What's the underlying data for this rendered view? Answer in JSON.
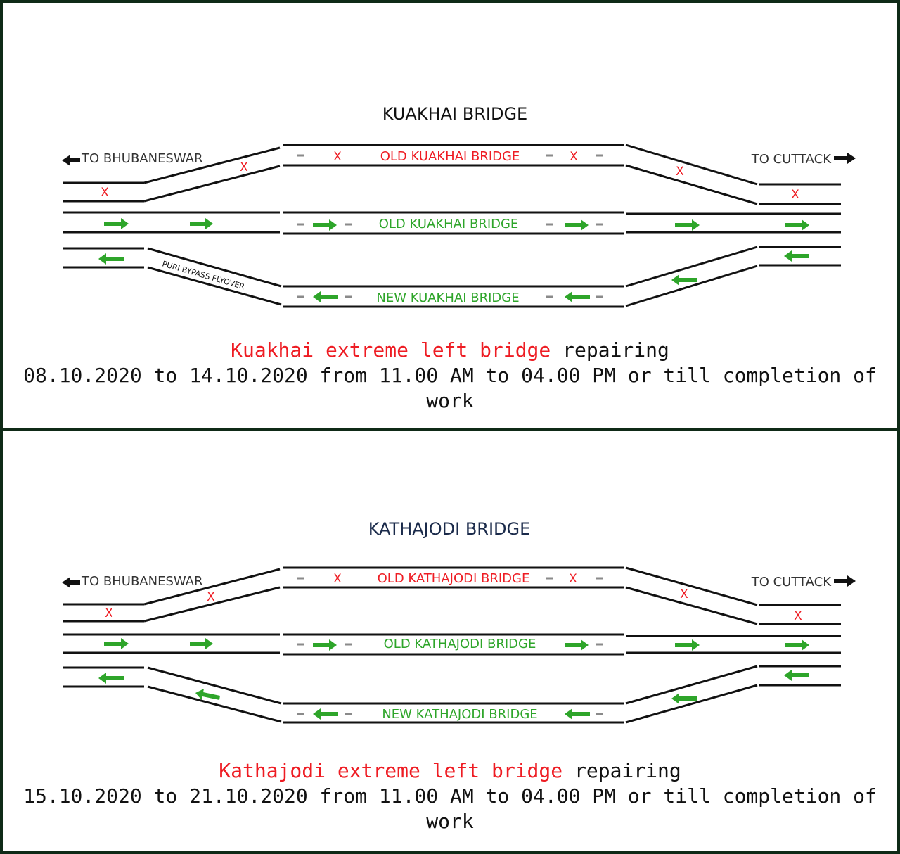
{
  "colors": {
    "road": "#111111",
    "closed": "#ee1c23",
    "open": "#2ea52a",
    "dash": "#8a8a8a",
    "border": "#0f2a17",
    "title_blue": "#1a2a4a"
  },
  "panels": [
    {
      "title": "KUAKHAI BRIDGE",
      "left_label": "TO BHUBANESWAR",
      "right_label": "TO CUTTACK",
      "top_bridge": "OLD KUAKHAI BRIDGE",
      "middle_bridge": "OLD KUAKHAI BRIDGE",
      "bottom_bridge": "NEW KUAKHAI BRIDGE",
      "flyover_label": "PURI BYPASS FLYOVER",
      "closed_mark": "X",
      "caption_red": "Kuakhai extreme left bridge",
      "caption_black": " repairing",
      "caption_line2": "08.10.2020 to 14.10.2020 from 11.00 AM to 04.00 PM or till completion of work"
    },
    {
      "title": "KATHAJODI BRIDGE",
      "left_label": "TO BHUBANESWAR",
      "right_label": "TO CUTTACK",
      "top_bridge": "OLD KATHAJODI BRIDGE",
      "middle_bridge": "OLD KATHAJODI BRIDGE",
      "bottom_bridge": "NEW KATHAJODI BRIDGE",
      "flyover_label": "",
      "closed_mark": "X",
      "caption_red": "Kathajodi extreme left bridge",
      "caption_black": " repairing",
      "caption_line2": "15.10.2020 to 21.10.2020 from 11.00 AM to 04.00 PM or till completion of work"
    }
  ]
}
